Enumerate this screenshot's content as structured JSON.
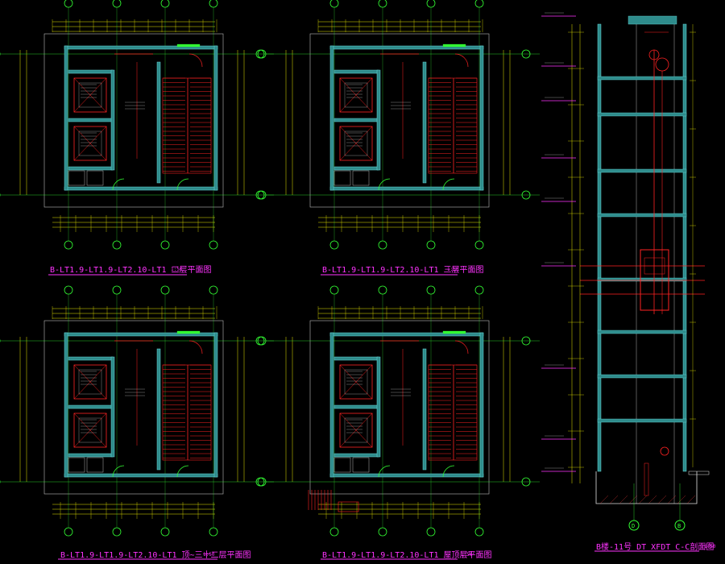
{
  "drawing": {
    "background": "#000000",
    "colors": {
      "wall": "#2e8b8b",
      "wall_edge": "#66d9d9",
      "dimension": "#e8e800",
      "grid_axis": "#33ff33",
      "stair": "#ff2222",
      "door": "#33ff33",
      "label": "#ff33ff",
      "text": "#e0e0e0",
      "hatch": "#cc3333"
    },
    "titles": {
      "plan_2nd": "B-LT1.9-LT1.9-LT2.10-LT1 二层平面图",
      "plan_3rd": "B-LT1.9-LT1.9-LT2.10-LT1 三层平面图",
      "plan_32nd": "B-LT1.9-LT1.9-LT2.10-LT1 顶~三十二层平面图",
      "plan_roof": "B-LT1.9-LT1.9-LT2.10-LT1 屋顶层平面图",
      "section": "B楼-11号 DT XFDT C-C剖面图"
    },
    "scales": {
      "plan_2nd": "1:50",
      "plan_3rd": "1:50",
      "plan_32nd": "1:50",
      "plan_roof": "1:50",
      "section": "1:50"
    },
    "section_grid_letters": [
      "D",
      "B"
    ]
  }
}
